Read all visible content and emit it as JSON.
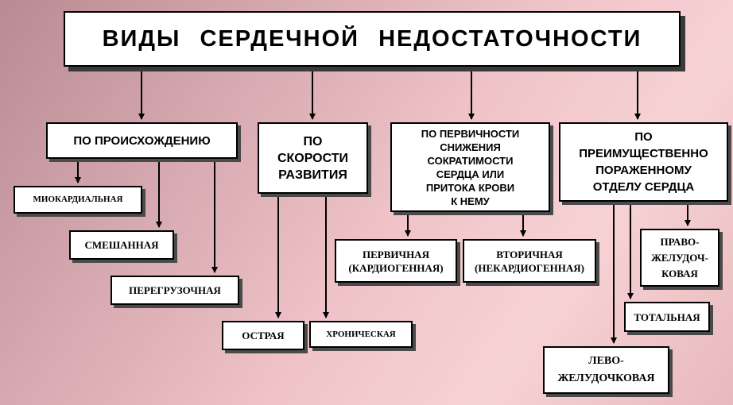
{
  "title": "ВИДЫ   СЕРДЕЧНОЙ   НЕДОСТАТОЧНОСТИ",
  "categories": {
    "origin": {
      "label": "ПО  ПРОИСХОЖДЕНИЮ",
      "items": [
        "МИОКАРДИАЛЬНАЯ",
        "СМЕШАННАЯ",
        "ПЕРЕГРУЗОЧНАЯ"
      ]
    },
    "speed": {
      "label": "ПО\nСКОРОСТИ\nРАЗВИТИЯ",
      "items": [
        "ОСТРАЯ",
        "ХРОНИЧЕСКАЯ"
      ]
    },
    "primary": {
      "label": "ПО  ПЕРВИЧНОСТИ\nСНИЖЕНИЯ\nСОКРАТИМОСТИ\nСЕРДЦА  ИЛИ\nПРИТОКА  КРОВИ\nК  НЕМУ",
      "items": [
        "ПЕРВИЧНАЯ\n(КАРДИОГЕННАЯ)",
        "ВТОРИЧНАЯ\n(НЕКАРДИОГЕННАЯ)"
      ]
    },
    "department": {
      "label": "ПО\nПРЕИМУЩЕСТВЕННО\nПОРАЖЕННОМУ\nОТДЕЛУ СЕРДЦА",
      "items": [
        "ПРАВО-\nЖЕЛУДОЧ-\nКОВАЯ",
        "ТОТАЛЬНАЯ",
        "ЛЕВО-\nЖЕЛУДОЧКОВАЯ"
      ]
    }
  }
}
